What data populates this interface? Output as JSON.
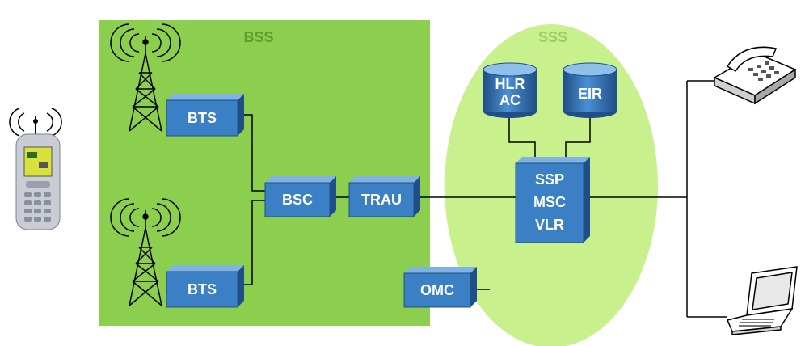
{
  "bss": {
    "label": "BSS",
    "color": "#8ccf4e"
  },
  "sss": {
    "label": "SSS",
    "color": "#c8f08c"
  },
  "nodes": {
    "bts_top": "BTS",
    "bts_bottom": "BTS",
    "bsc": "BSC",
    "trau": "TRAU",
    "omc": "OMC",
    "hlr_line1": "HLR",
    "hlr_line2": "AC",
    "eir": "EIR",
    "ssp_line1": "SSP",
    "ssp_line2": "MSC",
    "ssp_line3": "VLR"
  },
  "icons": {
    "phone": "mobile-phone-icon",
    "antenna": "antenna-tower-icon",
    "telephone": "desk-telephone-icon",
    "laptop": "laptop-icon"
  },
  "colors": {
    "box_front": "#3b7fc4",
    "box_top": "#7fb3e3",
    "box_side": "#1f4f86",
    "line": "#000000"
  }
}
